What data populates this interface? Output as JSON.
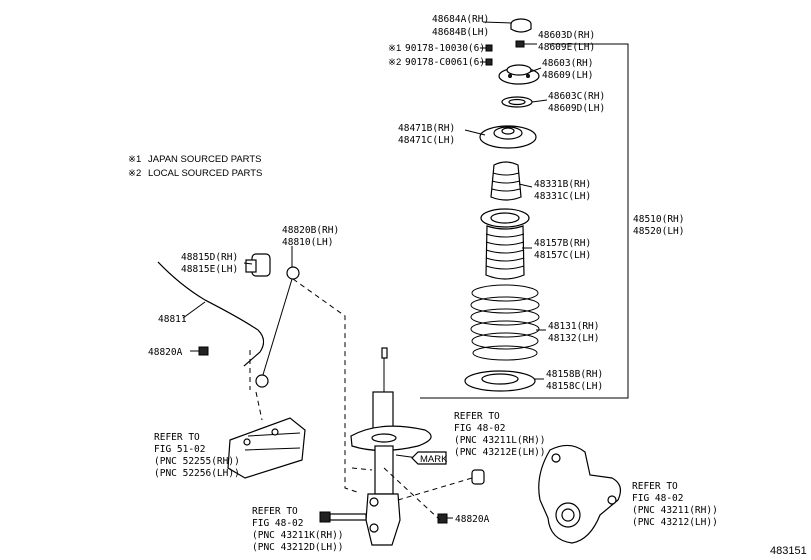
{
  "figure_number": "483151",
  "notes": [
    {
      "mark": "※1",
      "text": "JAPAN SOURCED PARTS"
    },
    {
      "mark": "※2",
      "text": "LOCAL SOURCED PARTS"
    }
  ],
  "parts": {
    "cap": [
      "48684A(RH)",
      "48684B(LH)"
    ],
    "cap_nut": [
      "48603D(RH)",
      "48609E(LH)"
    ],
    "nut_japan": {
      "mark": "※1",
      "number": "90178-10030(6)"
    },
    "nut_local": {
      "mark": "※2",
      "number": "90178-C0061(6)"
    },
    "mount": [
      "48603(RH)",
      "48609(LH)"
    ],
    "bearing": [
      "48603C(RH)",
      "48609D(LH)"
    ],
    "upper_seat": [
      "48471B(RH)",
      "48471C(LH)"
    ],
    "bumper": [
      "48331B(RH)",
      "48331C(LH)"
    ],
    "boot": [
      "48157B(RH)",
      "48157C(LH)"
    ],
    "spring": [
      "48131(RH)",
      "48132(LH)"
    ],
    "lower_insulator": [
      "48158B(RH)",
      "48158C(LH)"
    ],
    "strut_assembly": [
      "48510(RH)",
      "48520(LH)"
    ],
    "stabilizer_bushing": [
      "48815D(RH)",
      "48815E(LH)"
    ],
    "stabilizer_bar": "48811",
    "stabilizer_link": [
      "48820B(RH)",
      "48810(LH)"
    ],
    "stabilizer_nut": "48820A",
    "strut_nut": "48820A",
    "mark_label": "MARK"
  },
  "references": {
    "fig_51_02": [
      "REFER TO",
      "FIG 51-02",
      "(PNC 52255(RH))",
      "(PNC 52256(LH))"
    ],
    "fig_48_02_top": [
      "REFER TO",
      "FIG 48-02",
      "(PNC 43211L(RH))",
      "(PNC 43212E(LH))"
    ],
    "fig_48_02_bottom": [
      "REFER TO",
      "FIG 48-02",
      "(PNC 43211K(RH))",
      "(PNC 43212D(LH))"
    ],
    "fig_48_02_right": [
      "REFER TO",
      "FIG 48-02",
      "(PNC 43211(RH))",
      "(PNC 43212(LH))"
    ]
  }
}
